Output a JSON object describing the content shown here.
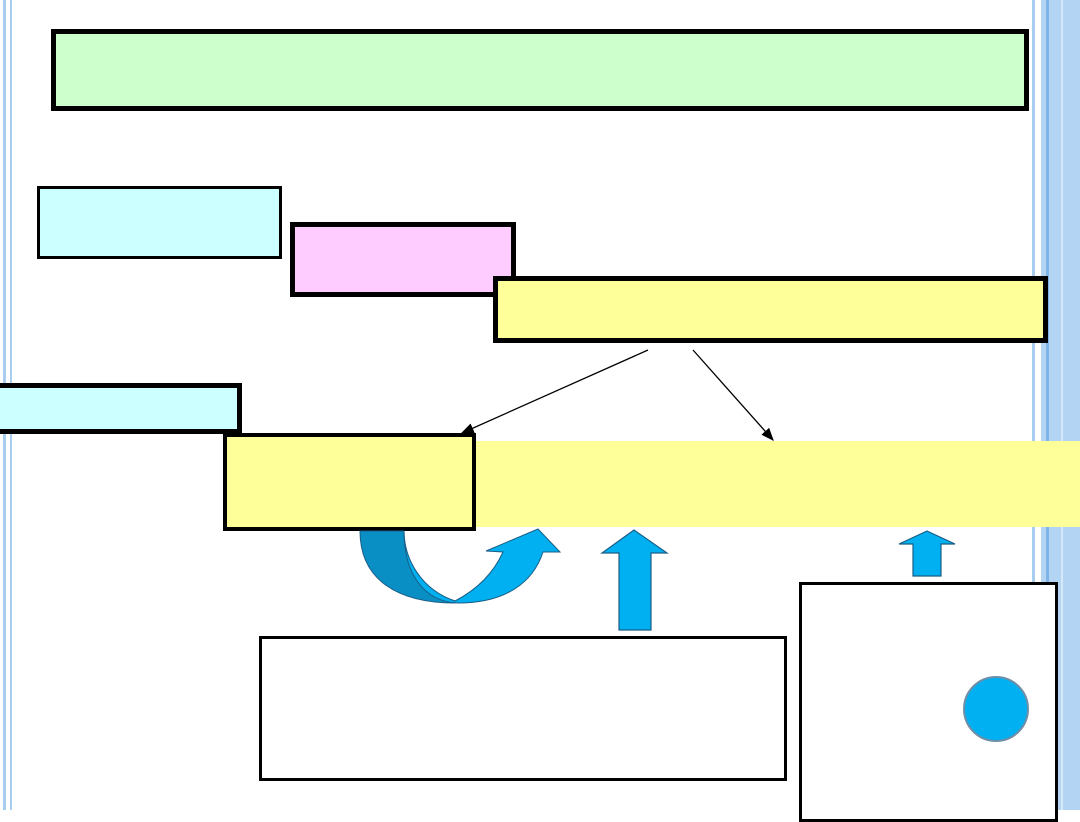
{
  "colors": {
    "frame": "#a9cdee",
    "title_fill": "#ccffcc",
    "cyan_fill": "#ccffff",
    "pink_fill": "#ffccff",
    "yellow_fill": "#ffff99",
    "arrow_fill": "#00b0f0",
    "arrow_dark": "#0a8fc5",
    "circle_fill": "#00b0f0",
    "outline": "#000000"
  },
  "shapes": {
    "title_box": "green-rectangle",
    "upper_boxes": [
      "cyan-rectangle",
      "pink-rectangle",
      "yellow-rectangle"
    ],
    "lower_boxes": [
      "cyan-rectangle",
      "yellow-rectangle",
      "yellow-band"
    ],
    "bottom_boxes": [
      "white-rectangle",
      "white-rectangle"
    ],
    "connectors": [
      "thin-arrow-left",
      "thin-arrow-right"
    ],
    "block_arrows": [
      "curved-arrow-icon",
      "up-arrow-icon",
      "up-arrow-icon"
    ],
    "marker": "blue-circle"
  }
}
